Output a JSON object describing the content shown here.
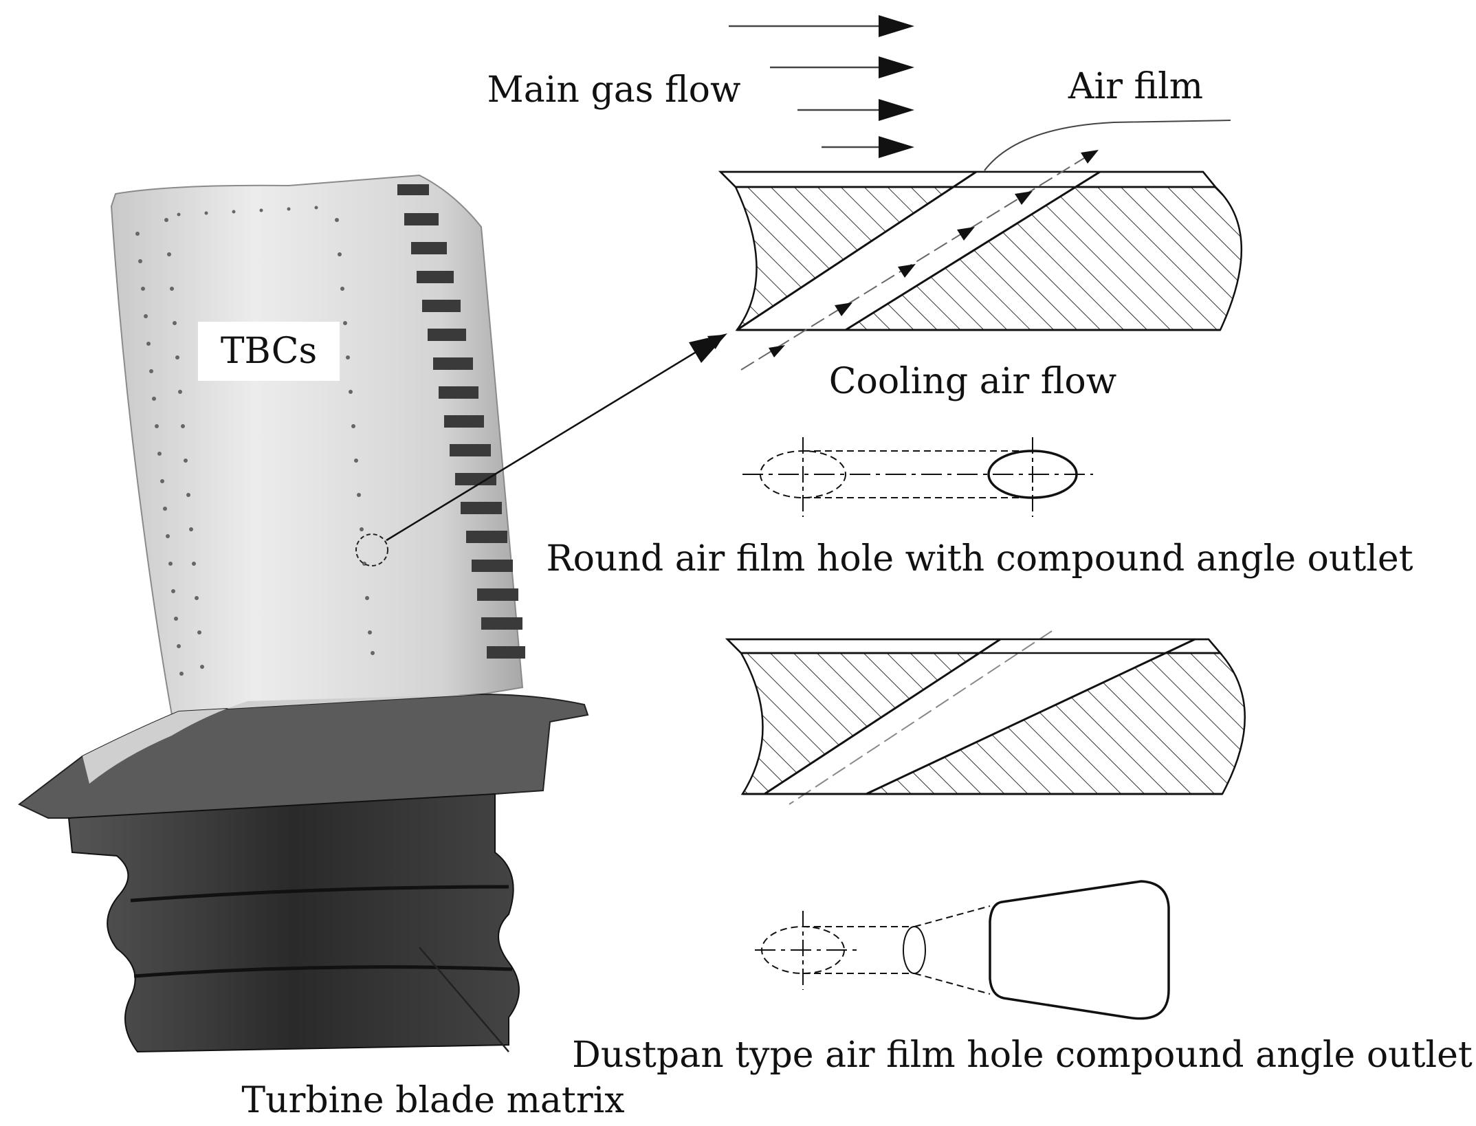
{
  "labels": {
    "main_gas_flow": "Main gas flow",
    "air_film": "Air film",
    "tbcs": "TBCs",
    "cooling_air_flow": "Cooling air flow",
    "round_hole_caption": "Round air film hole with compound angle outlet",
    "dustpan_caption": "Dustpan type air film hole compound angle outlet",
    "turbine_blade_matrix": "Turbine blade matrix"
  },
  "colors": {
    "ink": "#111111",
    "blade_coating": "#d9d9d9",
    "blade_root": "#2e2e2e",
    "hatch": "#333333"
  }
}
